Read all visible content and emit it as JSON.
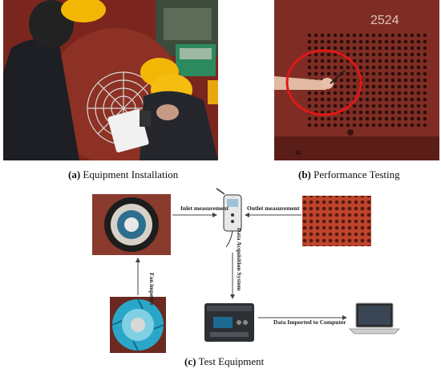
{
  "captions": {
    "a_letter": "(a)",
    "a_text": " Equipment Installation",
    "b_letter": "(b)",
    "b_text": " Performance Testing",
    "c_letter": "(c)",
    "c_text": " Test Equipment"
  },
  "diagram": {
    "inlet_label": "Inlet measurement",
    "outlet_label": "Outlet measurement",
    "data_acq_label": "Data Acquisition System",
    "fan_impeller_label": "Fan impeller",
    "data_import_label": "Data Imported to Computer"
  },
  "photo_b": {
    "stencil_number": "2524"
  },
  "colors": {
    "housing_red": "#8b3428",
    "helmet_yellow": "#f2b705",
    "highlight_circle": "#e01818",
    "impeller_blue": "#2aa7c8"
  }
}
